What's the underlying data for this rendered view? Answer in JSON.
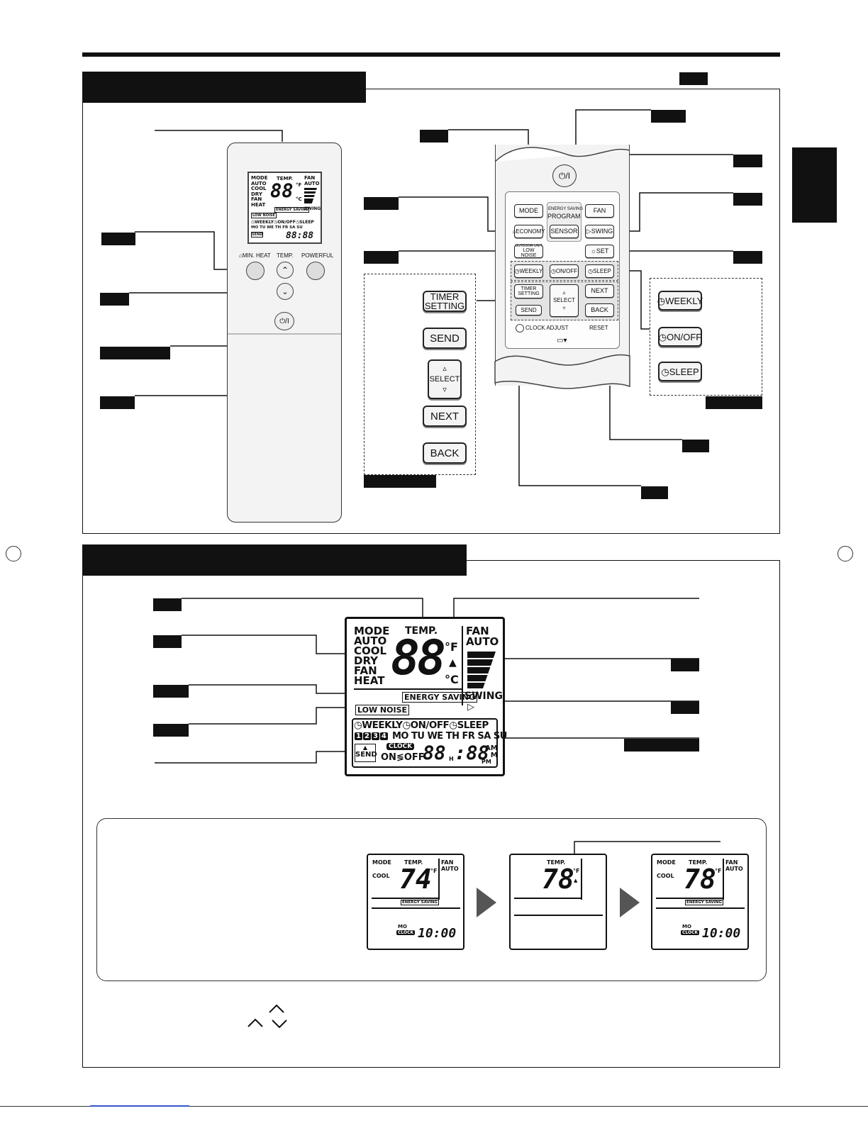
{
  "remote_buttons": {
    "min_heat": "MIN. HEAT",
    "temp": "TEMP.",
    "powerful": "POWERFUL",
    "power_symbol": "⏻/I"
  },
  "panel_buttons": {
    "mode": "MODE",
    "energy_saving": "ENERGY SAVING",
    "program": "PROGRAM",
    "fan": "FAN",
    "economy": "ECONOMY",
    "sensor": "SENSOR",
    "swing": "SWING",
    "outdoor_unit": "OUTDOOR UNIT",
    "low_noise": "LOW NOISE",
    "set": "SET",
    "weekly": "WEEKLY",
    "on_off": "ON/OFF",
    "sleep": "SLEEP",
    "timer": "TIMER",
    "setting": "SETTING",
    "select": "SELECT",
    "next": "NEXT",
    "send": "SEND",
    "back": "BACK",
    "clock_adjust": "CLOCK ADJUST",
    "reset": "RESET"
  },
  "large_buttons": {
    "timer": "TIMER",
    "setting": "SETTING",
    "send": "SEND",
    "select": "SELECT",
    "next": "NEXT",
    "back": "BACK",
    "weekly": "WEEKLY",
    "on_off": "ON/OFF",
    "sleep": "SLEEP"
  },
  "lcd": {
    "mode": "MODE",
    "modes": [
      "AUTO",
      "COOL",
      "DRY",
      "FAN",
      "HEAT"
    ],
    "temp": "TEMP.",
    "digits": "88",
    "deg_f": "°F",
    "deg_c": "°C",
    "fan": "FAN",
    "fan_auto": "AUTO",
    "energy_saving": "ENERGY SAVING",
    "swing": "SWING",
    "low_noise": "LOW NOISE",
    "weekly": "WEEKLY",
    "on_off": "ON/OFF",
    "sleep": "SLEEP",
    "programs": [
      "1",
      "2",
      "3",
      "4"
    ],
    "days": "MO TU WE TH FR SA SU",
    "send": "SEND",
    "clock": "CLOCK",
    "on": "ON",
    "off": "OFF",
    "time_digits": "88",
    "h": "H",
    "time_min": "88",
    "am": "AM",
    "m": "M",
    "pm": "PM"
  },
  "example": {
    "screen1": {
      "mode": "MODE",
      "cool": "COOL",
      "temp": "TEMP.",
      "value": "74",
      "deg": "°F",
      "fan": "FAN",
      "auto": "AUTO",
      "energy": "ENERGY SAVING",
      "day": "MO",
      "clock": "CLOCK",
      "time": "10:00"
    },
    "screen2": {
      "temp": "TEMP.",
      "value": "78",
      "deg": "°F"
    },
    "screen3": {
      "mode": "MODE",
      "cool": "COOL",
      "temp": "TEMP.",
      "value": "78",
      "deg": "°F",
      "fan": "FAN",
      "auto": "AUTO",
      "energy": "ENERGY SAVING",
      "day": "MO",
      "clock": "CLOCK",
      "time": "10:00"
    }
  },
  "colors": {
    "ink": "#111111",
    "remote_body": "#f2f2f2",
    "arrow": "#555555"
  }
}
